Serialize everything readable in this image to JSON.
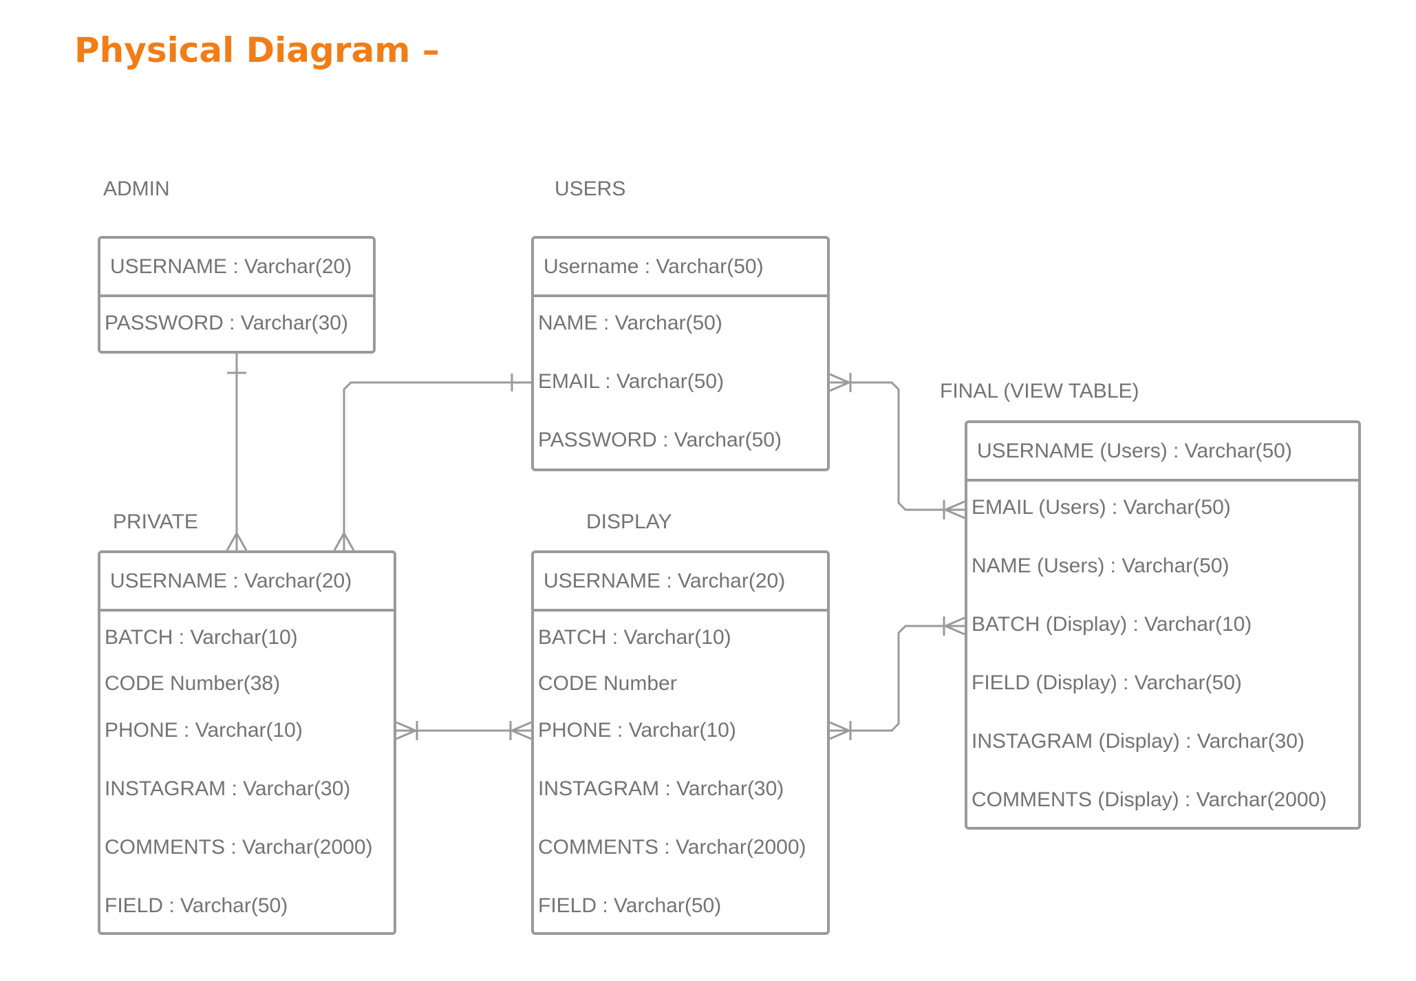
{
  "title": "Physical Diagram –",
  "entities": {
    "admin": {
      "label": "ADMIN",
      "header": "USERNAME : Varchar(20)",
      "fields": [
        "PASSWORD : Varchar(30)"
      ]
    },
    "users": {
      "label": "USERS",
      "header": "Username : Varchar(50)",
      "fields": [
        "NAME : Varchar(50)",
        "EMAIL : Varchar(50)",
        "PASSWORD : Varchar(50)"
      ]
    },
    "private": {
      "label": "PRIVATE",
      "header": "USERNAME : Varchar(20)",
      "fields": [
        "BATCH : Varchar(10)",
        "CODE Number(38)",
        "PHONE : Varchar(10)",
        "INSTAGRAM : Varchar(30)",
        "COMMENTS : Varchar(2000)",
        "FIELD : Varchar(50)"
      ]
    },
    "display": {
      "label": "DISPLAY",
      "header": "USERNAME : Varchar(20)",
      "fields": [
        "BATCH : Varchar(10)",
        "CODE Number",
        "PHONE : Varchar(10)",
        "INSTAGRAM : Varchar(30)",
        "COMMENTS : Varchar(2000)",
        "FIELD : Varchar(50)"
      ]
    },
    "final": {
      "label": "FINAL (VIEW TABLE)",
      "header": "USERNAME (Users) : Varchar(50)",
      "fields": [
        "EMAIL (Users) : Varchar(50)",
        "NAME (Users) : Varchar(50)",
        "BATCH (Display) : Varchar(10)",
        "FIELD (Display) : Varchar(50)",
        "INSTAGRAM (Display) : Varchar(30)",
        "COMMENTS (Display) : Varchar(2000)"
      ]
    }
  },
  "colors": {
    "title": "#f07d17",
    "text": "#737373",
    "border": "#9a9a9a"
  }
}
